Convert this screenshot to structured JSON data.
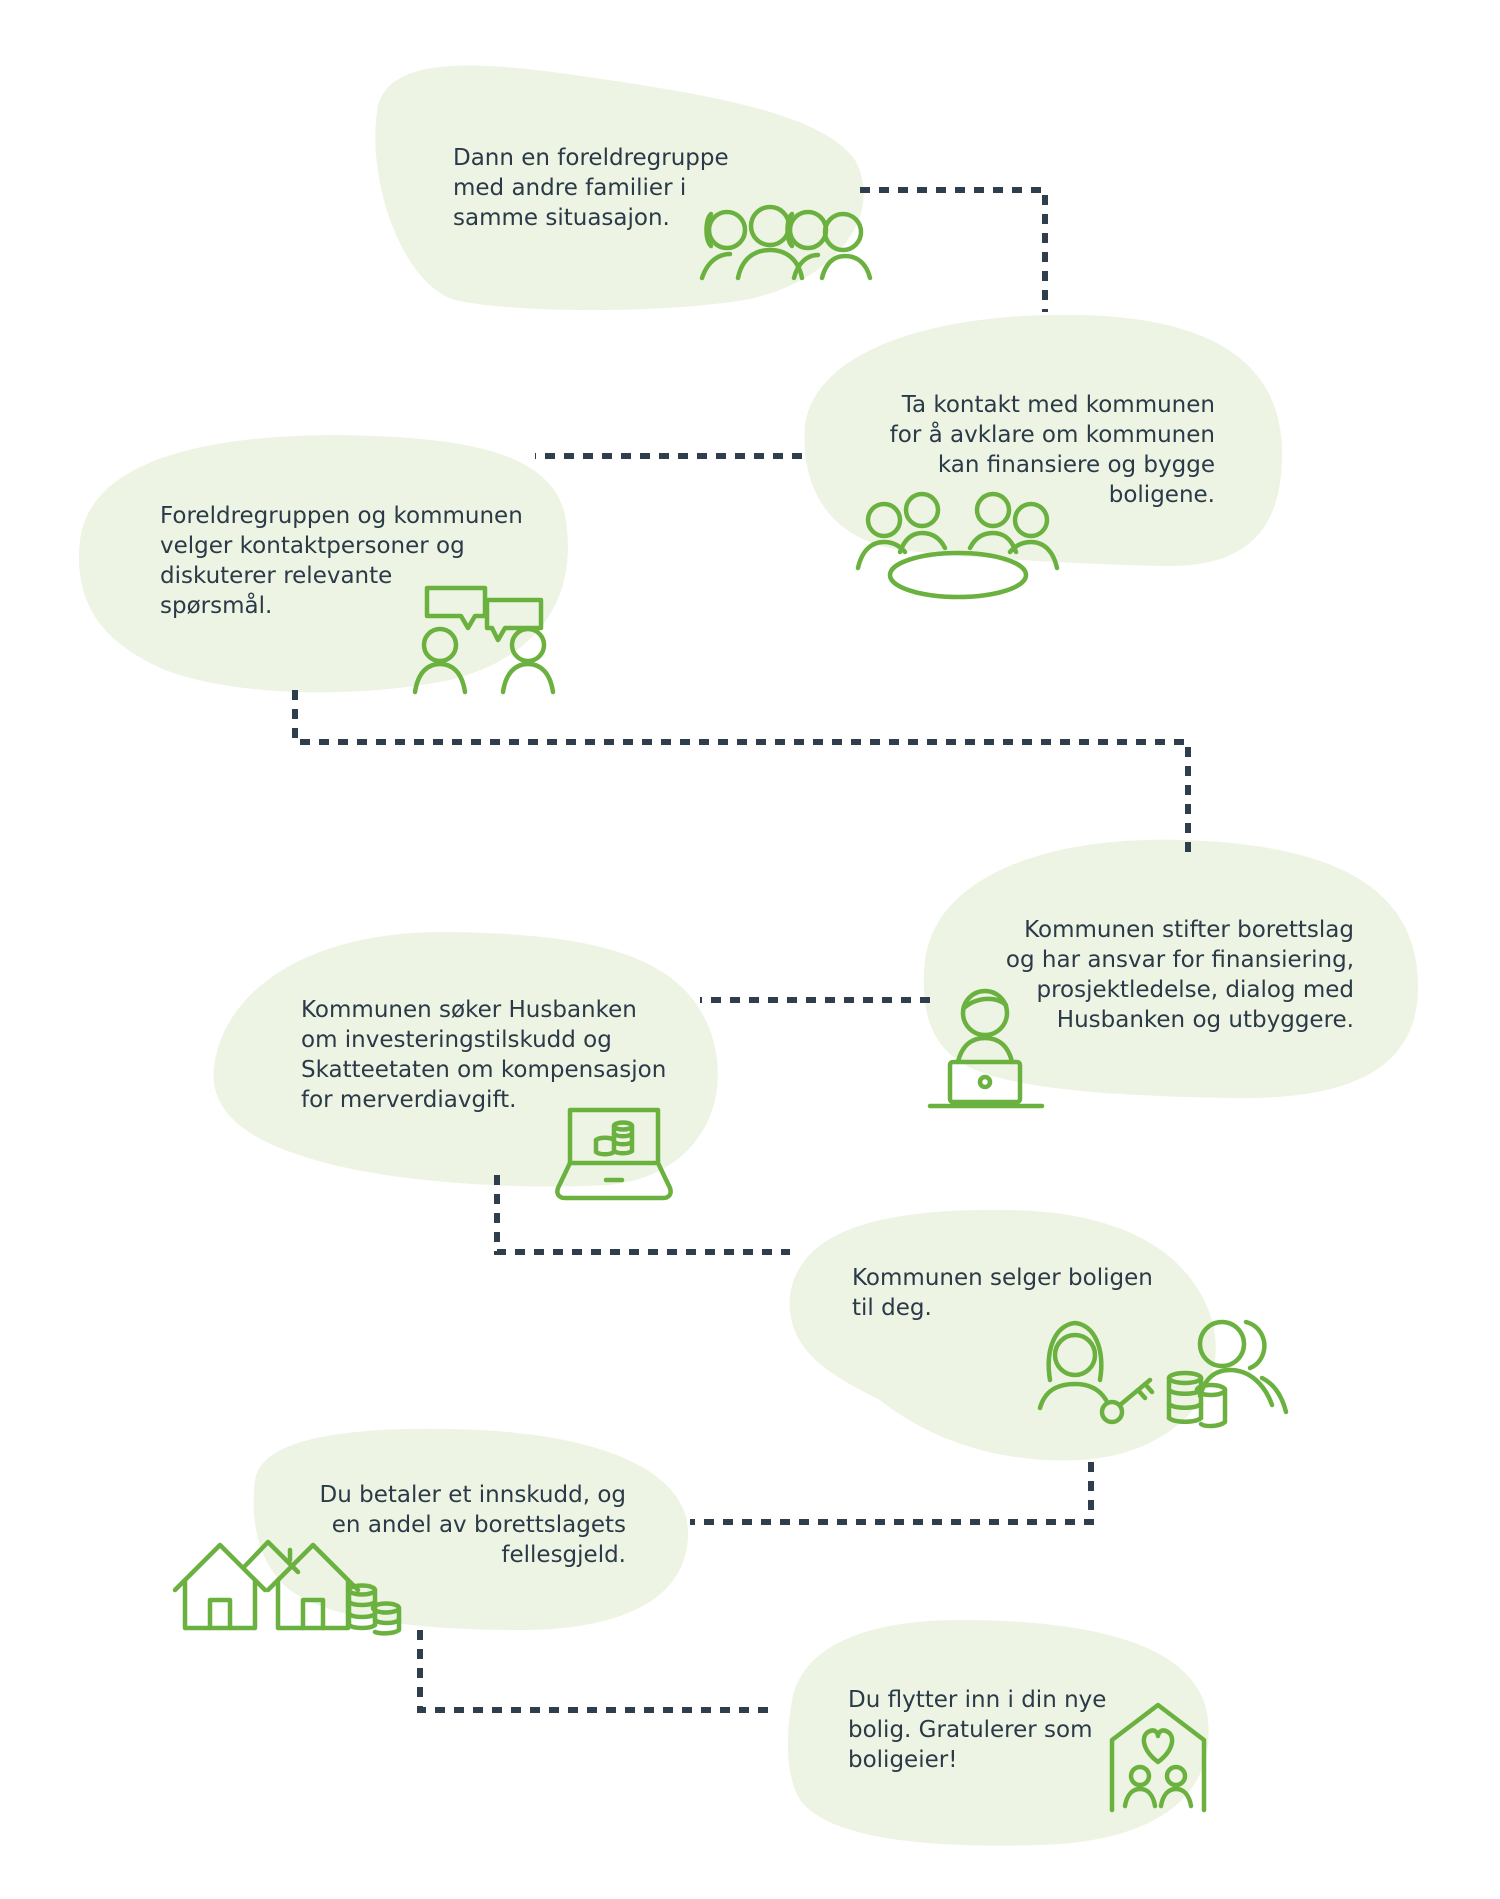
{
  "colors": {
    "blob": "#eef4e3",
    "connector": "#2f3e4c",
    "icon": "#6bb13f",
    "text": "#2b3a48"
  },
  "steps": [
    {
      "lines": [
        "Dann en foreldregruppe",
        "med andre familier i",
        "samme situasajon."
      ],
      "icon": "group-of-people-icon"
    },
    {
      "lines": [
        "Ta kontakt med kommunen",
        "for å avklare om kommunen",
        "kan finansiere og bygge",
        "boligene."
      ],
      "icon": "meeting-table-icon"
    },
    {
      "lines": [
        "Foreldregruppen og kommunen",
        "velger kontaktpersoner og",
        "diskuterer relevante",
        "spørsmål."
      ],
      "icon": "two-people-chat-icon"
    },
    {
      "lines": [
        "Kommunen stifter borettslag",
        "og har ansvar for finansiering,",
        "prosjektledelse, dialog med",
        "Husbanken og utbyggere."
      ],
      "icon": "person-at-laptop-icon"
    },
    {
      "lines": [
        "Kommunen søker Husbanken",
        "om investeringstilskudd og",
        "Skatteetaten om kompensasjon",
        "for merverdiavgift."
      ],
      "icon": "laptop-coins-icon"
    },
    {
      "lines": [
        "Kommunen selger boligen",
        "til deg."
      ],
      "icon": "seller-key-coins-buyers-icon"
    },
    {
      "lines": [
        "Du betaler et innskudd, og",
        "en andel av borettslagets",
        "fellesgjeld."
      ],
      "icon": "houses-coins-icon"
    },
    {
      "lines": [
        "Du flytter inn i din nye",
        "bolig. Gratulerer som",
        "boligeier!"
      ],
      "icon": "home-heart-family-icon"
    }
  ]
}
